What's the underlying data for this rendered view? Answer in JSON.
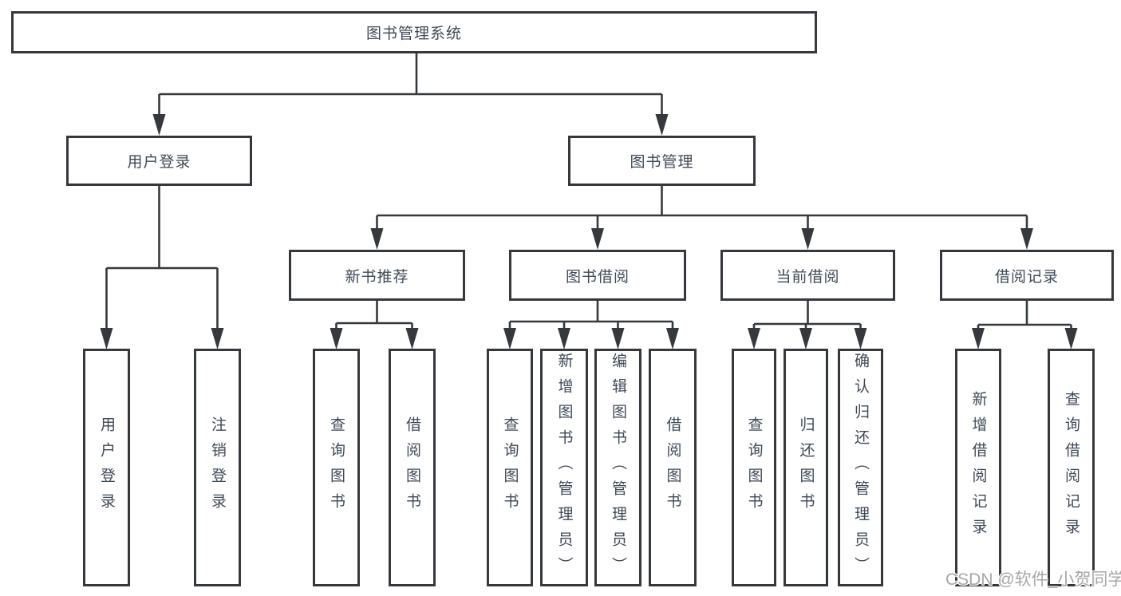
{
  "diagram": {
    "root": {
      "label": "图书管理系统"
    },
    "level2": [
      {
        "id": "user-login",
        "label": "用户登录"
      },
      {
        "id": "book-management",
        "label": "图书管理"
      }
    ],
    "level3": [
      {
        "id": "new-book-recommend",
        "label": "新书推荐"
      },
      {
        "id": "book-borrow",
        "label": "图书借阅"
      },
      {
        "id": "current-borrow",
        "label": "当前借阅"
      },
      {
        "id": "borrow-records",
        "label": "借阅记录"
      }
    ],
    "leaves": [
      {
        "id": "user-login-action",
        "label": "用户登录"
      },
      {
        "id": "logout-action",
        "label": "注销登录"
      },
      {
        "id": "nbr-query-book",
        "label": "查询图书"
      },
      {
        "id": "nbr-borrow-book",
        "label": "借阅图书"
      },
      {
        "id": "bb-query-book",
        "label": "查询图书"
      },
      {
        "id": "bb-add-book",
        "label": "新增图书（管理员）"
      },
      {
        "id": "bb-edit-book",
        "label": "编辑图书（管理员）"
      },
      {
        "id": "bb-borrow-book",
        "label": "借阅图书"
      },
      {
        "id": "cb-query-book",
        "label": "查询图书"
      },
      {
        "id": "cb-return-book",
        "label": "归还图书"
      },
      {
        "id": "cb-confirm-return",
        "label": "确认归还（管理员）"
      },
      {
        "id": "br-add-record",
        "label": "新增借阅记录"
      },
      {
        "id": "br-query-record",
        "label": "查询借阅记录"
      }
    ],
    "watermark": "CSDN @软件_小贺同学"
  }
}
